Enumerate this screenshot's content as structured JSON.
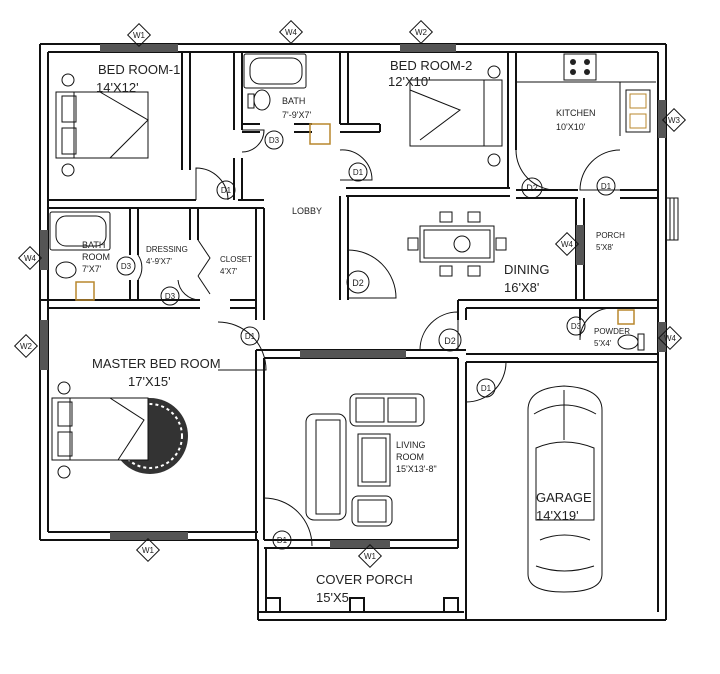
{
  "rooms": {
    "bed1": {
      "name": "BED ROOM-1",
      "size": "14'X12'"
    },
    "bath1": {
      "name": "BATH",
      "size": "7'-9'X7'"
    },
    "bed2": {
      "name": "BED ROOM-2",
      "size": "12'X10'"
    },
    "kitchen": {
      "name": "KITCHEN",
      "size": "10'X10'"
    },
    "lobby": {
      "name": "LOBBY"
    },
    "bath2": {
      "name": "BATH",
      "name2": "ROOM",
      "size": "7'X7'"
    },
    "dressing": {
      "name": "DRESSING",
      "size": "4'-9'X7'"
    },
    "closet": {
      "name": "CLOSET",
      "size": "4'X7'"
    },
    "dining": {
      "name": "DINING",
      "size": "16'X8'"
    },
    "porch": {
      "name": "PORCH",
      "size": "5'X8'"
    },
    "powder": {
      "name": "POWDER",
      "size": "5'X4'"
    },
    "master": {
      "name": "MASTER  BED ROOM",
      "size": "17'X15'"
    },
    "living": {
      "name": "LIVING",
      "name2": "ROOM",
      "size": "15'X13'-8\""
    },
    "garage": {
      "name": "GARAGE",
      "size": "14'X19'"
    },
    "cover": {
      "name": "COVER PORCH",
      "size": "15'X5"
    }
  },
  "tags": {
    "d1": "D1",
    "d2": "D2",
    "d3": "D3",
    "w1": "W1",
    "w2": "W2",
    "w3": "W3",
    "w4": "W4"
  }
}
